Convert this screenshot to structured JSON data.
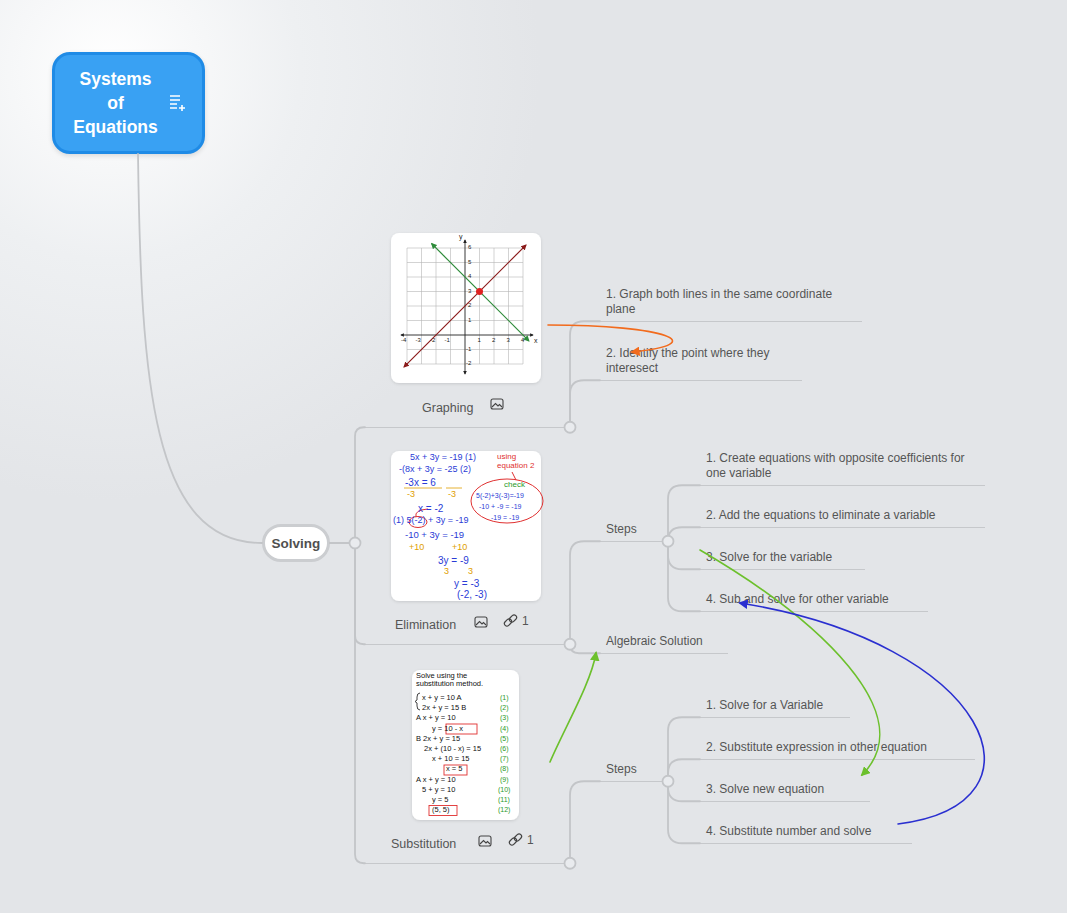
{
  "diagram": {
    "nodes": [
      {
        "text": [
          "Systems of Equations"
        ]
      },
      {
        "text": [
          "Solving"
        ]
      },
      {
        "text": [
          "Graphing"
        ]
      },
      {
        "text": [
          "1. Graph both lines in the same coordinate plane"
        ]
      },
      {
        "text": [
          "2. Identify the point where they interesect"
        ]
      },
      {
        "text": [
          "Elimination"
        ]
      },
      {
        "text": [
          "Steps"
        ]
      },
      {
        "text": [
          "1. Create equations with opposite coefficients for one variable"
        ]
      },
      {
        "text": [
          "2. Add the equations to eliminate a variable"
        ]
      },
      {
        "text": [
          "3. Solve for the variable"
        ]
      },
      {
        "text": [
          "4. Sub and solve for other variable"
        ]
      },
      {
        "text": [
          "Algebraic Solution"
        ]
      },
      {
        "text": [
          "Substitution"
        ]
      },
      {
        "text": [
          "Steps"
        ]
      },
      {
        "text": [
          "1. Solve for a Variable"
        ]
      },
      {
        "text": [
          "2. Substitute expression in other equation"
        ]
      },
      {
        "text": [
          "3. Solve new equation"
        ]
      },
      {
        "text": [
          "4. Substitute number and solve"
        ]
      }
    ],
    "edges": [
      {
        "from": 0,
        "to": 1,
        "arrow": "none"
      },
      {
        "from": 1,
        "to": 2,
        "arrow": "none"
      },
      {
        "from": 1,
        "to": 5,
        "arrow": "none"
      },
      {
        "from": 1,
        "to": 12,
        "arrow": "none"
      },
      {
        "from": 2,
        "to": 3,
        "arrow": "none"
      },
      {
        "from": 2,
        "to": 4,
        "arrow": "none"
      },
      {
        "from": 5,
        "to": 6,
        "arrow": "none"
      },
      {
        "from": 5,
        "to": 11,
        "arrow": "none"
      },
      {
        "from": 6,
        "to": 7,
        "arrow": "none"
      },
      {
        "from": 6,
        "to": 8,
        "arrow": "none"
      },
      {
        "from": 6,
        "to": 9,
        "arrow": "none"
      },
      {
        "from": 6,
        "to": 10,
        "arrow": "none"
      },
      {
        "from": 12,
        "to": 13,
        "arrow": "none"
      },
      {
        "from": 13,
        "to": 14,
        "arrow": "none"
      },
      {
        "from": 13,
        "to": 15,
        "arrow": "none"
      },
      {
        "from": 13,
        "to": 16,
        "arrow": "none"
      },
      {
        "from": 13,
        "to": 17,
        "arrow": "none"
      },
      {
        "from": 2,
        "to": 4,
        "arrow": "to"
      },
      {
        "from": 9,
        "to": 16,
        "arrow": "to"
      },
      {
        "from": 17,
        "to": 10,
        "arrow": "to"
      },
      {
        "from": 12,
        "to": 11,
        "arrow": "to"
      }
    ],
    "labels": [
      "y",
      "x",
      "6",
      "5",
      "4",
      "3",
      "2",
      "1",
      "-1",
      "-2",
      "-4",
      "-3",
      "-2",
      "-1",
      "1",
      "2",
      "3",
      "4",
      "5x + 3y = -19 (1)",
      "-(8x + 3y = -25 (2)",
      "-3x = 6",
      "-3",
      "-3",
      "x = -2",
      "(1) 5(-2) + 3y = -19",
      "-10 + 3y = -19",
      "+10",
      "+10",
      "3y = -9",
      "3",
      "3",
      "y = -3",
      "(-2, -3)",
      "using equation 2",
      "check",
      "5(-2)+3(-3)=-19",
      "-10 + -9 = -19",
      "-19 = -19",
      "Solve using the substitution method.",
      "x + y = 10 A",
      "2x + y = 15 B",
      "A x + y = 10",
      "y = 10 - x",
      "B 2x + y = 15",
      "2x + (10 - x) = 15",
      "x + 10 = 15",
      "x = 5",
      "A x + y = 10",
      "5 + y = 10",
      "y = 5",
      "(5, 5)",
      "(1)",
      "(2)",
      "(3)",
      "(4)",
      "(5)",
      "(6)",
      "(7)",
      "(8)",
      "(9)",
      "(10)",
      "(11)",
      "(12)",
      "1",
      "1"
    ]
  }
}
